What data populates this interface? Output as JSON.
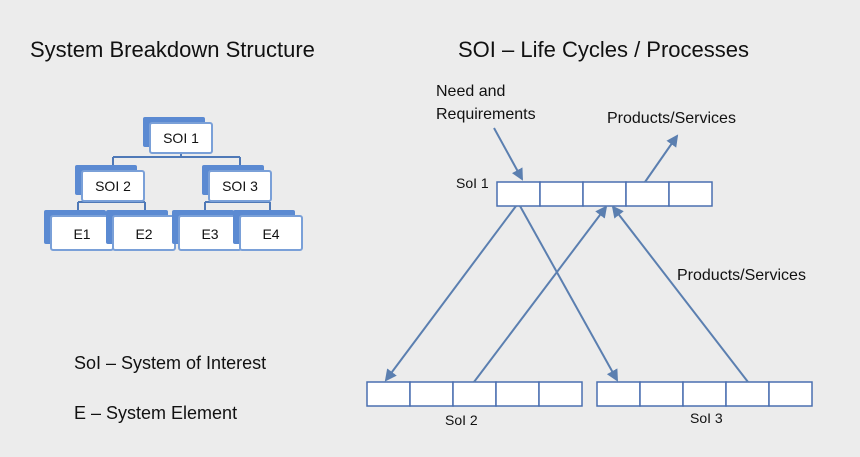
{
  "left_panel": {
    "title": "System Breakdown Structure",
    "tree": {
      "root": "SOI 1",
      "children": [
        {
          "label": "SOI 2",
          "children": [
            "E1",
            "E2"
          ]
        },
        {
          "label": "SOI 3",
          "children": [
            "E3",
            "E4"
          ]
        }
      ]
    },
    "legend": [
      "SoI – System of Interest",
      "E – System Element"
    ]
  },
  "right_panel": {
    "title": "SOI – Life Cycles / Processes",
    "input_label_line1": "Need and",
    "input_label_line2": "Requirements",
    "output_label_top": "Products/Services",
    "output_label_right": "Products/Services",
    "sol1_label": "SoI 1",
    "sol2_label": "SoI 2",
    "sol3_label": "SoI 3"
  },
  "colors": {
    "background": "#ececec",
    "node_fill": "#ffffff",
    "node_shadow": "#5b8ad2",
    "node_border": "#7aa0d8",
    "connector": "#4f79b7",
    "arrow": "#5b7fb0",
    "cell_fill": "#ffffff",
    "cell_border": "#4a6fb0"
  }
}
